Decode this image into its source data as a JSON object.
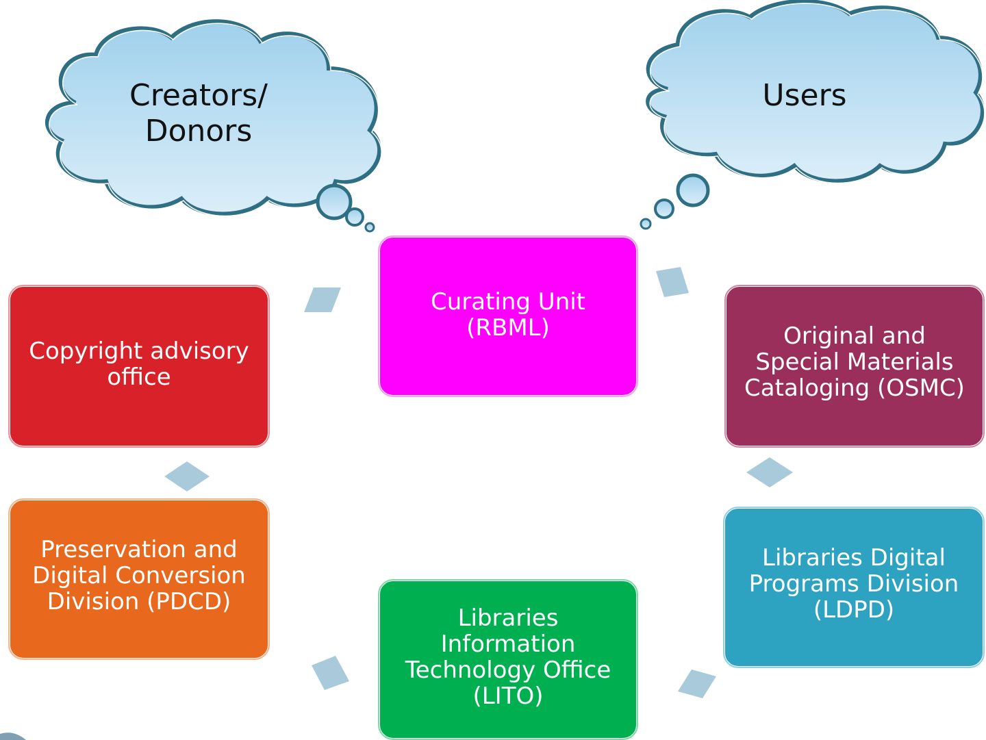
{
  "clouds": {
    "left": {
      "label": "Creators/\nDonors"
    },
    "right": {
      "label": "Users"
    }
  },
  "boxes": {
    "curating": {
      "label": "Curating Unit\n(RBML)",
      "color": "#ff00ff"
    },
    "copyright": {
      "label": "Copyright advisory\noffice",
      "color": "#d9212a"
    },
    "osmc": {
      "label": "Original and\nSpecial Materials\nCataloging (OSMC)",
      "color": "#9a2f5b"
    },
    "pdcd": {
      "label": "Preservation and\nDigital Conversion\nDivision (PDCD)",
      "color": "#e8681e"
    },
    "ldpd": {
      "label": "Libraries Digital\nPrograms Division\n(LDPD)",
      "color": "#2ea3c1"
    },
    "lito": {
      "label": "Libraries\nInformation\nTechnology Office\n(LITO)",
      "color": "#00b050"
    }
  },
  "colors": {
    "cloud_fill_top": "#a9d5ee",
    "cloud_fill_bottom": "#d7ecf8",
    "cloud_stroke": "#2f6f84",
    "connector": "#a8cadb"
  }
}
